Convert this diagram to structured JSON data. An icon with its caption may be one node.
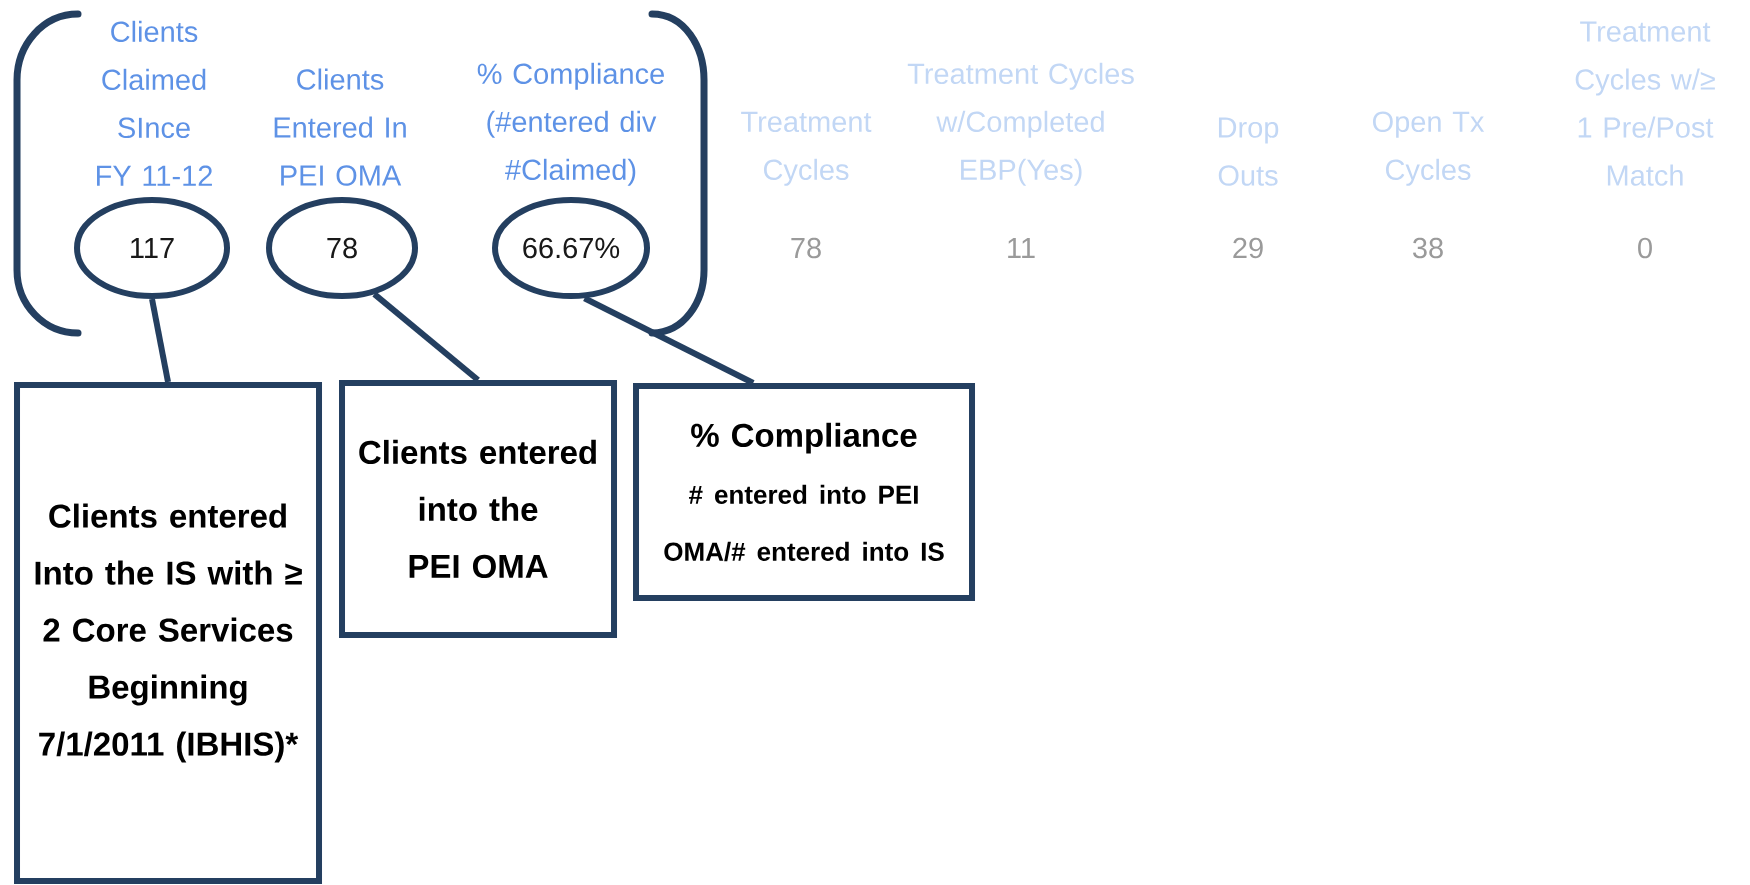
{
  "diagram": {
    "nodes": [
      {
        "text": [
          "117"
        ]
      },
      {
        "text": [
          "78"
        ]
      },
      {
        "text": [
          "66.67%"
        ]
      },
      {
        "text": [
          "Clients entered Into the IS with ≥ 2 Core Services Beginning 7/1/2011 (IBHIS)*"
        ]
      },
      {
        "text": [
          "Clients entered into the PEI OMA"
        ]
      },
      {
        "text": [
          "% Compliance",
          "# entered into PEI OMA/# entered into IS"
        ]
      }
    ],
    "edges": [
      {
        "from": 0,
        "to": 3,
        "arrow": "none"
      },
      {
        "from": 1,
        "to": 4,
        "arrow": "none"
      },
      {
        "from": 2,
        "to": 5,
        "arrow": "none"
      }
    ],
    "labels": [
      "Clients Claimed SInce FY 11-12",
      "Clients Entered In PEI OMA",
      "% Compliance (#entered div #Claimed)",
      "Treatment Cycles",
      "Treatment Cycles w/Completed EBP(Yes)",
      "Drop Outs",
      "Open Tx Cycles",
      "Treatment Cycles w/≥ 1 Pre/Post Match",
      "78",
      "11",
      "29",
      "38",
      "0"
    ]
  }
}
